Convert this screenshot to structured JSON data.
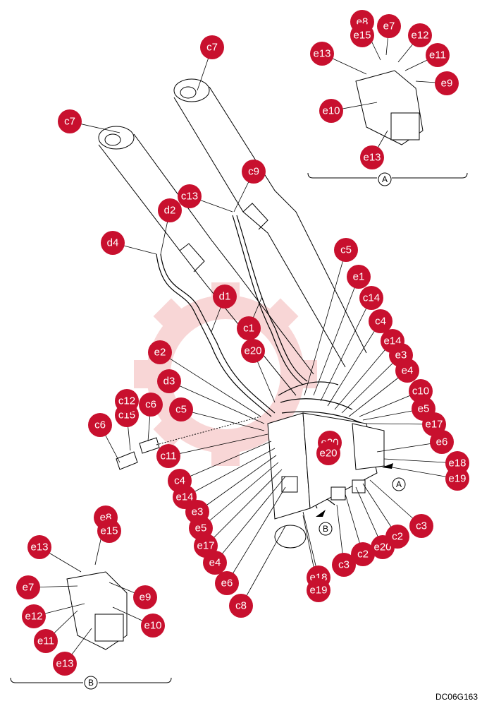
{
  "drawing_code": "DC06G163",
  "view_labels": {
    "detail_a": "A",
    "detail_b": "B",
    "arrow_a": "A",
    "arrow_b": "B"
  },
  "callouts": {
    "c7_top": "c7",
    "c7_left": "c7",
    "c9": "c9",
    "c13": "c13",
    "d2": "d2",
    "d4": "d4",
    "d1": "d1",
    "c1": "c1",
    "c5_top": "c5",
    "e1": "e1",
    "c14": "c14",
    "c4_right": "c4",
    "e14_right": "e14",
    "e3_right": "e3",
    "e4_right": "e4",
    "c10": "c10",
    "e5_right": "e5",
    "e17_right": "e17",
    "e6_right": "e6",
    "e18_right": "e18",
    "e19_right": "e19",
    "e20_top": "e20",
    "e2": "e2",
    "d3": "d3",
    "c5_left": "c5",
    "c6_left": "c6",
    "c15": "c15",
    "c6_right": "c6",
    "c12_under": "c12",
    "c11": "c11",
    "c4_left": "c4",
    "e14_left": "e14",
    "e3_left": "e3",
    "e5_left": "e5",
    "e17_left": "e17",
    "e4_left": "e4",
    "e6_left": "e6",
    "c8": "c8",
    "e18_bottom": "e18",
    "e19_bottom": "e19",
    "c3_bottom": "c3",
    "c2_bottom": "c2",
    "e20_bottom": "e20",
    "c2_right": "c2",
    "c3_right": "c3",
    "e20_mid": "e20",
    "e20_mid2": "e20",
    "a_e8": "e8",
    "a_e15": "e15",
    "a_e7": "e7",
    "a_e12": "e12",
    "a_e13_top": "e13",
    "a_e11": "e11",
    "a_e9": "e9",
    "a_e10": "e10",
    "a_e13_bottom": "e13",
    "b_e8": "e8",
    "b_e15": "e15",
    "b_e13": "e13",
    "b_e7": "e7",
    "b_e9": "e9",
    "b_e12": "e12",
    "b_e10": "e10",
    "b_e11": "e11",
    "b_e13_bottom": "e13"
  },
  "colors": {
    "callout_fill": "#c8102e",
    "line": "#000000",
    "watermark": "#f7c9c9"
  }
}
